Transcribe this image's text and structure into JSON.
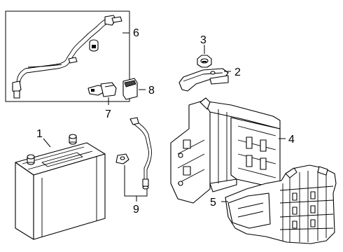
{
  "diagram": {
    "callouts": {
      "c1": "1",
      "c2": "2",
      "c3": "3",
      "c4": "4",
      "c5": "5",
      "c6": "6",
      "c7": "7",
      "c8": "8",
      "c9": "9"
    },
    "parts": {
      "p1": "battery",
      "p2": "hold-down-bracket",
      "p3": "nut",
      "p4": "battery-tray",
      "p5": "battery-box-lower",
      "p6": "positive-cable",
      "p7": "terminal-clamp",
      "p8": "fuse-cover",
      "p9": "ground-cable"
    }
  }
}
